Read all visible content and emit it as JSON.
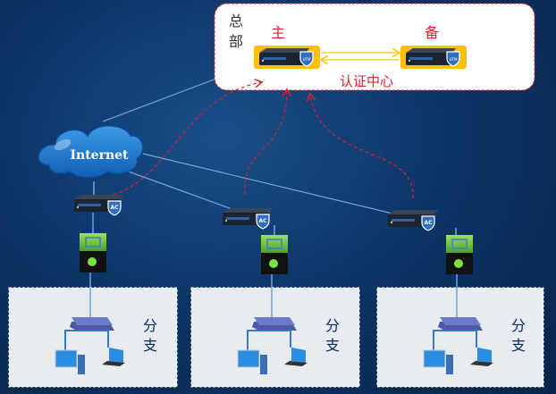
{
  "headquarters": {
    "label_line1": "总",
    "label_line2": "部",
    "primary_label": "主",
    "backup_label": "备",
    "auth_center_label": "认证中心",
    "server_badge": "UTM"
  },
  "internet": {
    "label": "Internet"
  },
  "ac_badge": "AC",
  "branches": [
    {
      "label_line1": "分",
      "label_line2": "支"
    },
    {
      "label_line1": "分",
      "label_line2": "支"
    },
    {
      "label_line1": "分",
      "label_line2": "支"
    }
  ],
  "colors": {
    "background": "#0d3568",
    "auth_link": "#e0202a",
    "server_frame": "#ffc000",
    "hq_border": "#e0202a",
    "branch_fill": "#e8ebf0"
  }
}
